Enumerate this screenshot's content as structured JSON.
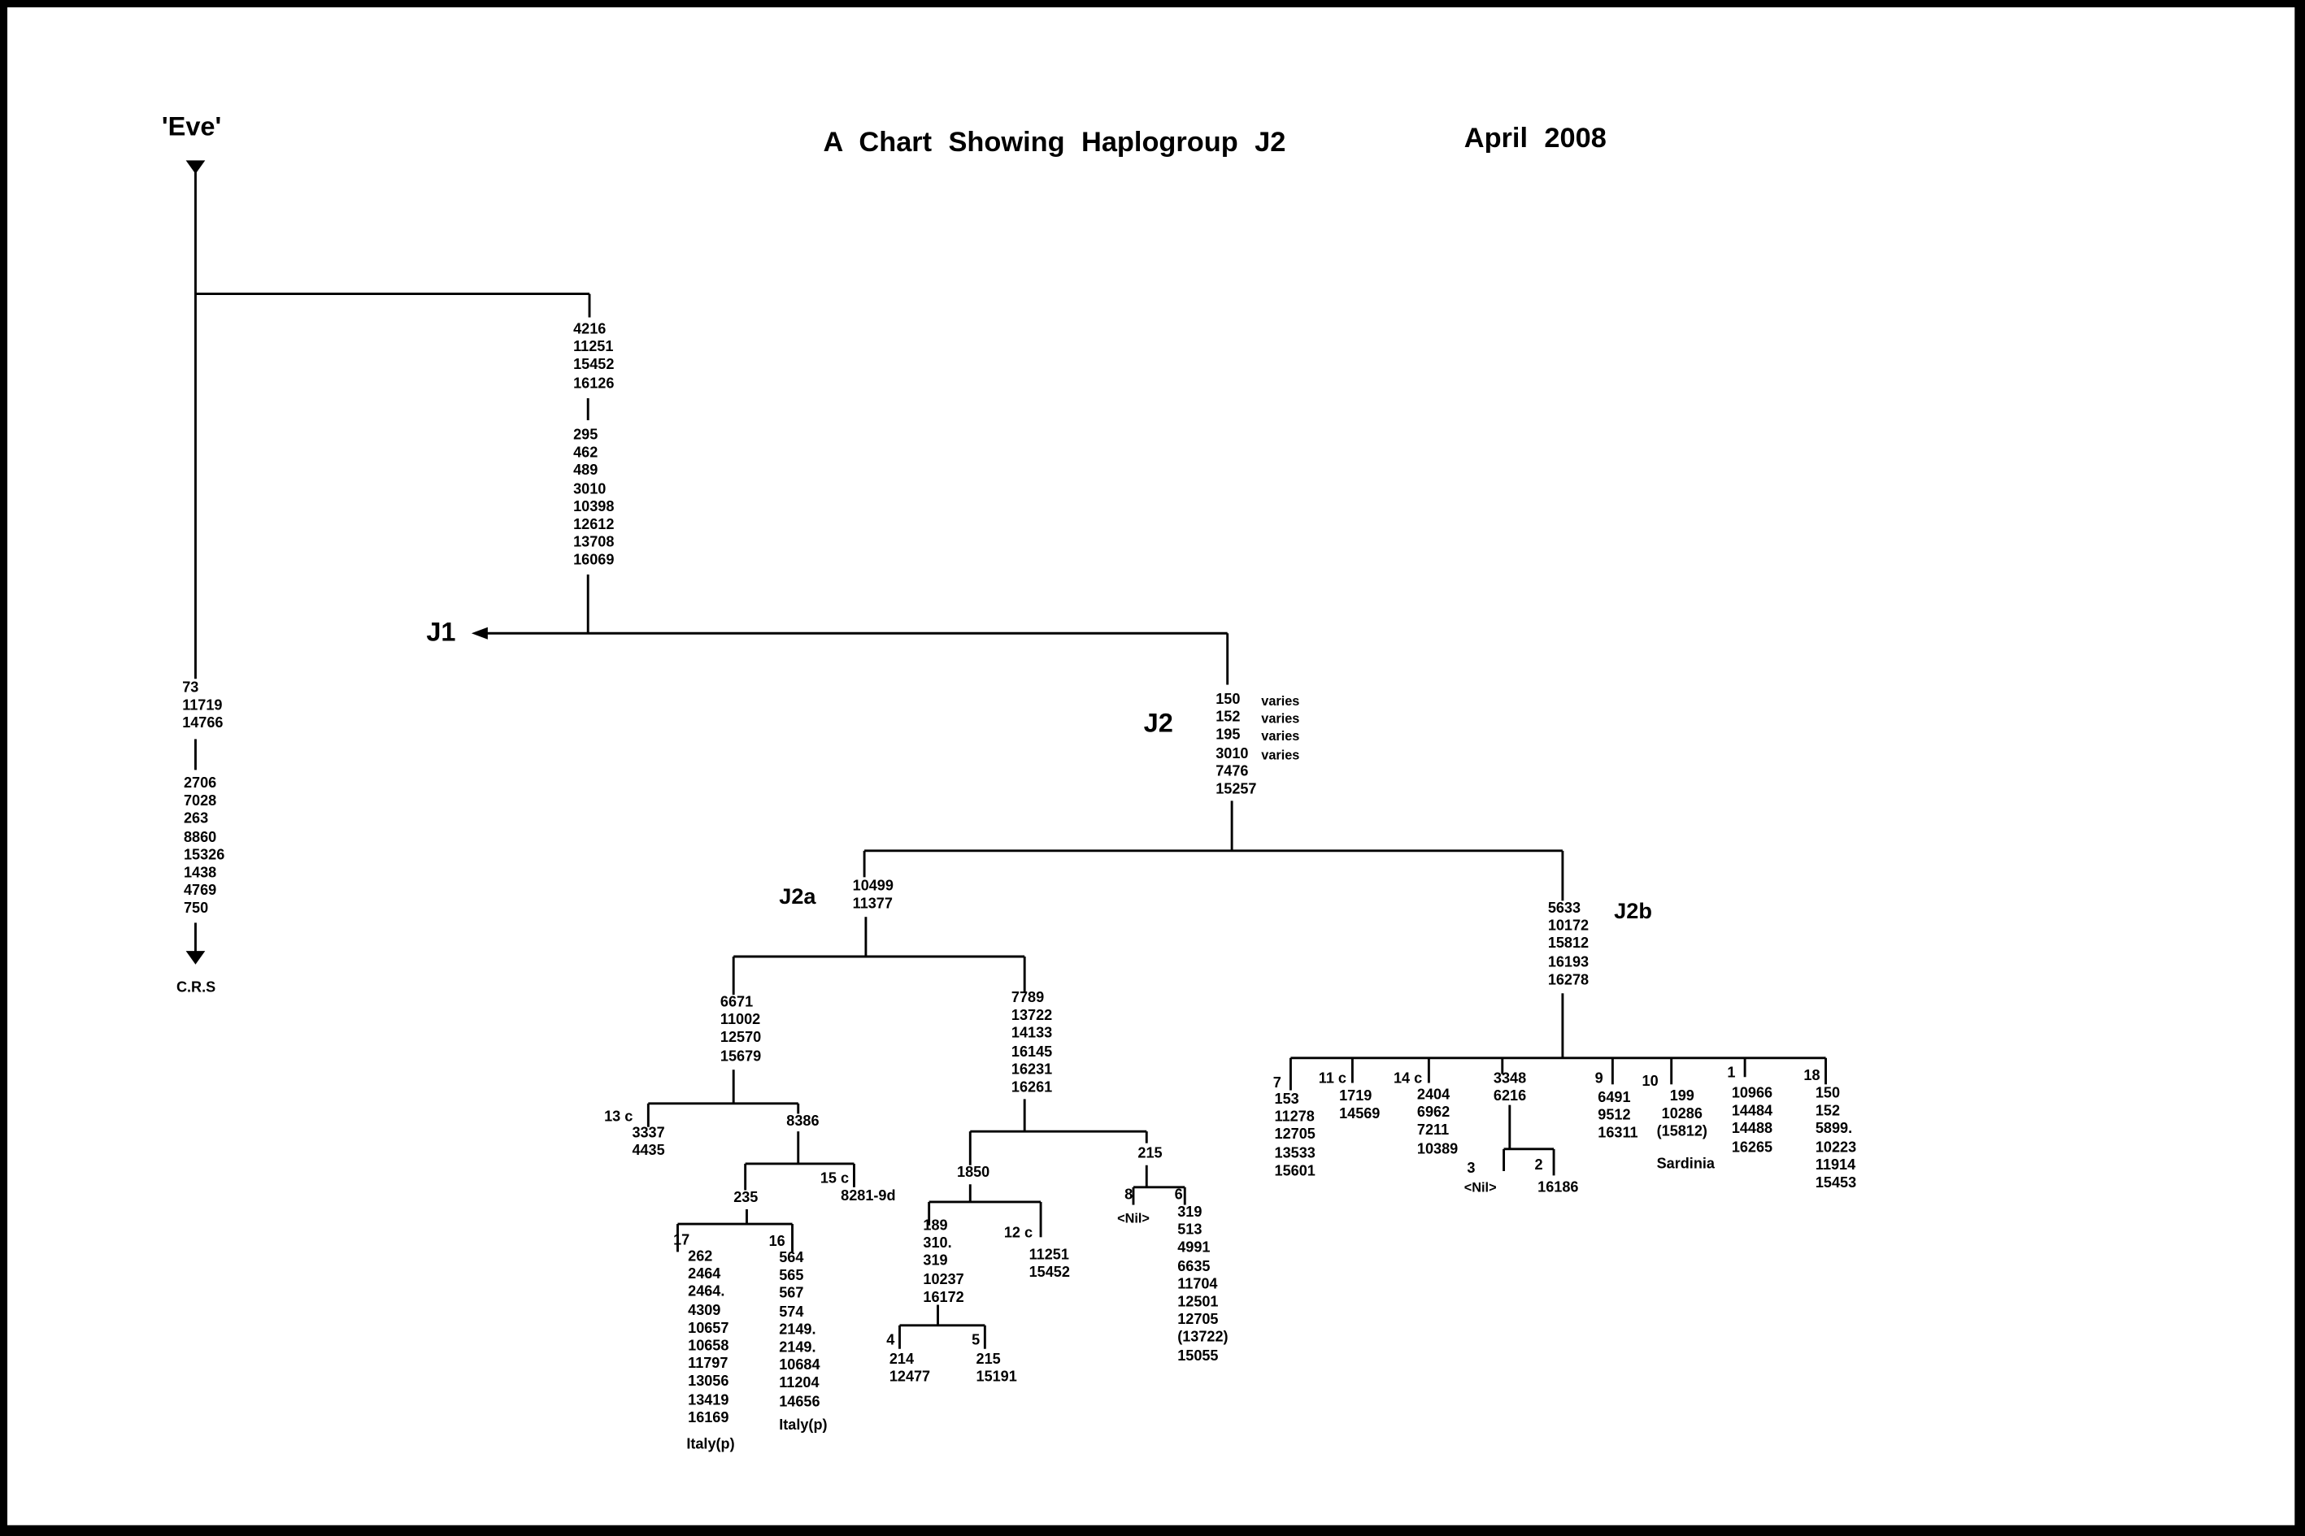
{
  "header": {
    "title": "A Chart Showing Haplogroup  J2",
    "date": "April  2008",
    "root_label": "'Eve'"
  },
  "crs_branch": {
    "upper": [
      "73",
      "11719",
      "14766"
    ],
    "lower": [
      "2706",
      "7028",
      "263",
      "8860",
      "15326",
      "1438",
      "4769",
      "750"
    ],
    "label": "C.R.S"
  },
  "j_branch": {
    "upper": [
      "4216",
      "11251",
      "15452",
      "16126"
    ],
    "lower": [
      "295",
      "462",
      "489",
      "3010",
      "10398",
      "12612",
      "13708",
      "16069"
    ]
  },
  "j1": {
    "label": "J1"
  },
  "j2": {
    "label": "J2",
    "mutations": [
      "150",
      "152",
      "195",
      "3010",
      "7476",
      "15257"
    ],
    "notes": [
      "varies",
      "varies",
      "varies",
      "varies"
    ]
  },
  "j2a": {
    "label": "J2a",
    "mutations": [
      "10499",
      "11377"
    ],
    "left": {
      "mutations": [
        "6671",
        "11002",
        "12570",
        "15679"
      ]
    },
    "n13": {
      "label": "13 c",
      "mutations": [
        "3337",
        "4435"
      ]
    },
    "n8386": {
      "label": "8386"
    },
    "n15": {
      "label": "15 c",
      "mutations": [
        "8281-9d"
      ]
    },
    "n235": {
      "label": "235"
    },
    "n17": {
      "label": "17",
      "mutations": [
        "262",
        "2464",
        "2464.",
        "4309",
        "10657",
        "10658",
        "11797",
        "13056",
        "13419",
        "16169"
      ],
      "region": "Italy(p)"
    },
    "n16": {
      "label": "16",
      "mutations": [
        "564",
        "565",
        "567",
        "574",
        "2149.",
        "2149.",
        "10684",
        "11204",
        "14656"
      ],
      "region": "Italy(p)"
    },
    "right": {
      "mutations": [
        "7789",
        "13722",
        "14133",
        "16145",
        "16231",
        "16261"
      ]
    },
    "n1850": {
      "label": "1850"
    },
    "n189": {
      "mutations": [
        "189",
        "310.",
        "319",
        "10237",
        "16172"
      ]
    },
    "n12": {
      "label": "12 c",
      "mutations": [
        "11251",
        "15452"
      ]
    },
    "n4": {
      "label": "4",
      "mutations": [
        "214",
        "12477"
      ]
    },
    "n5": {
      "label": "5",
      "mutations": [
        "215",
        "15191"
      ]
    },
    "n215": {
      "label": "215"
    },
    "n8": {
      "label": "8",
      "mutations": [
        "<Nil>"
      ]
    },
    "n6": {
      "label": "6",
      "mutations": [
        "319",
        "513",
        "4991",
        "6635",
        "11704",
        "12501",
        "12705",
        "(13722)",
        "15055"
      ]
    }
  },
  "j2b": {
    "label": "J2b",
    "mutations": [
      "5633",
      "10172",
      "15812",
      "16193",
      "16278"
    ],
    "n7": {
      "label": "7",
      "mutations": [
        "153",
        "11278",
        "12705",
        "13533",
        "15601"
      ]
    },
    "n11": {
      "label": "11 c",
      "mutations": [
        "1719",
        "14569"
      ]
    },
    "n14": {
      "label": "14 c",
      "mutations": [
        "2404",
        "6962",
        "7211",
        "10389"
      ]
    },
    "n3348": {
      "mutations": [
        "3348",
        "6216"
      ]
    },
    "n3": {
      "label": "3",
      "mutations": [
        "<Nil>"
      ]
    },
    "n2": {
      "label": "2",
      "mutations": [
        "16186"
      ]
    },
    "n9": {
      "label": "9",
      "mutations": [
        "6491",
        "9512",
        "16311"
      ]
    },
    "n10": {
      "label": "10",
      "mutations": [
        "199",
        "10286",
        "(15812)"
      ],
      "region": "Sardinia"
    },
    "n1": {
      "label": "1",
      "mutations": [
        "10966",
        "14484",
        "14488",
        "16265"
      ]
    },
    "n18": {
      "label": "18",
      "mutations": [
        "150",
        "152",
        "5899.",
        "10223",
        "11914",
        "15453"
      ]
    }
  }
}
